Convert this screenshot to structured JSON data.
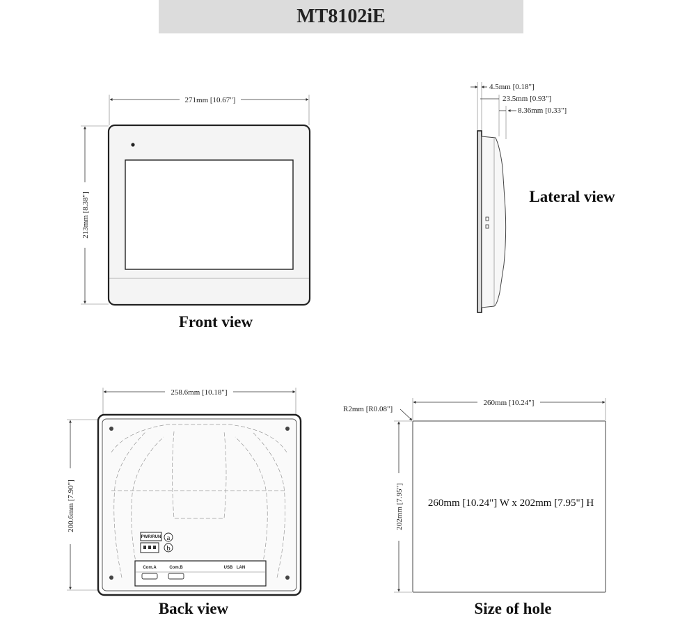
{
  "title": "MT8102iE",
  "front": {
    "label": "Front view",
    "width_dim": "271mm [10.67\"]",
    "height_dim": "213mm [8.38\"]"
  },
  "lateral": {
    "label": "Lateral view",
    "dim1": "4.5mm [0.18\"]",
    "dim2": "23.5mm [0.93\"]",
    "dim3": "8.36mm [0.33\"]"
  },
  "back": {
    "label": "Back view",
    "width_dim": "258.6mm [10.18\"]",
    "height_dim": "200.6mm [7.90\"]",
    "marker_a": "a",
    "marker_b": "b",
    "port_power": "PWR/RUN",
    "port_com_a": "Com.A",
    "port_com_b": "Com.B",
    "port_usb": "USB",
    "port_lan": "LAN"
  },
  "hole": {
    "label": "Size of hole",
    "width_dim": "260mm [10.24\"]",
    "height_dim": "202mm [7.95\"]",
    "radius_dim": "R2mm [R0.08\"]",
    "size_text": "260mm [10.24\"] W x 202mm [7.95\"] H"
  }
}
